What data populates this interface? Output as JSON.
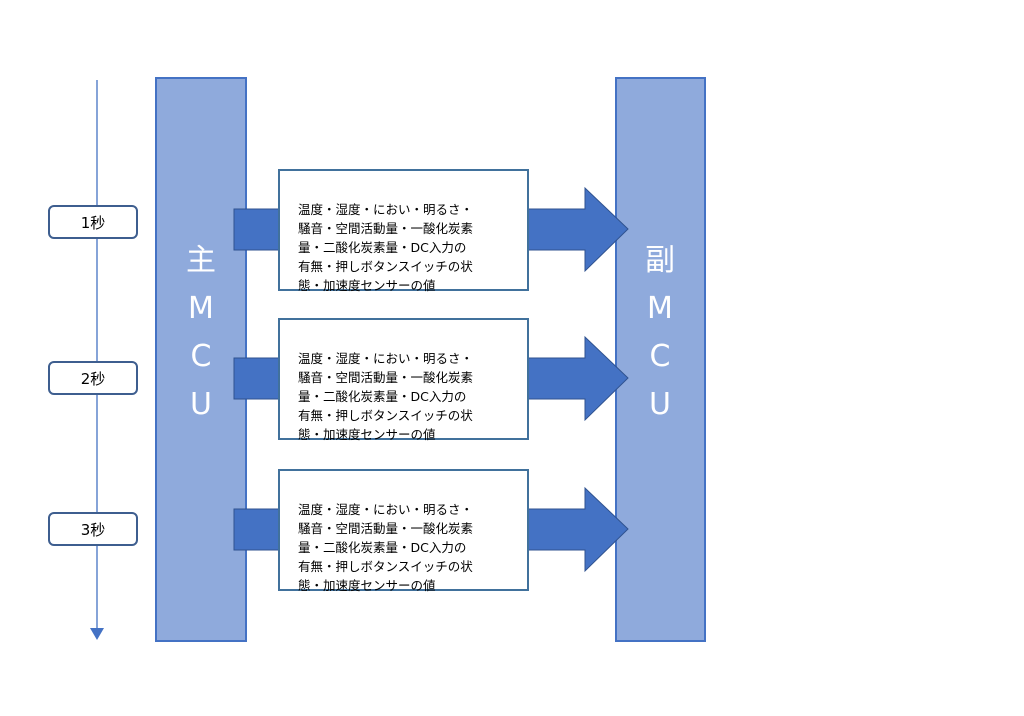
{
  "timeline": {
    "ticks": [
      {
        "label": "1秒"
      },
      {
        "label": "2秒"
      },
      {
        "label": "3秒"
      }
    ]
  },
  "main_mcu": {
    "chars": [
      "主",
      "M",
      "C",
      "U"
    ]
  },
  "sub_mcu": {
    "chars": [
      "副",
      "M",
      "C",
      "U"
    ]
  },
  "transfers": [
    {
      "text": "温度・湿度・におい・明るさ・\n騒音・空間活動量・一酸化炭素\n量・二酸化炭素量・DC入力の\n有無・押しボタンスイッチの状\n態・加速度センサーの値"
    },
    {
      "text": "温度・湿度・におい・明るさ・\n騒音・空間活動量・一酸化炭素\n量・二酸化炭素量・DC入力の\n有無・押しボタンスイッチの状\n態・加速度センサーの値"
    },
    {
      "text": "温度・湿度・におい・明るさ・\n騒音・空間活動量・一酸化炭素\n量・二酸化炭素量・DC入力の\n有無・押しボタンスイッチの状\n態・加速度センサーの値"
    }
  ],
  "colors": {
    "mcu_fill": "#8faadc",
    "mcu_border": "#4472c4",
    "arrow_fill": "#4472c4",
    "timeline": "#4472c4"
  }
}
